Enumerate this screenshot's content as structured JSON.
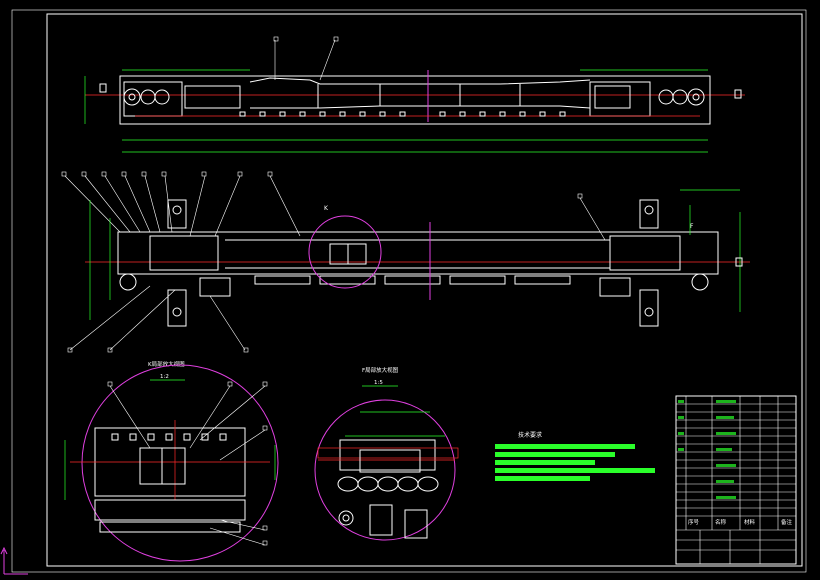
{
  "views": {
    "section_k_title": "K局部放大视图",
    "section_k_scale": "1:2",
    "section_f_title": "F局部放大视图",
    "section_f_scale": "1:5",
    "label_k": "K",
    "label_f": "F"
  },
  "tech_requirements": {
    "title": "技术要求"
  },
  "title_block": {
    "col1": "序号",
    "col2": "名称",
    "col3": "材料",
    "col4": "备注"
  },
  "colors": {
    "background": "#000000",
    "outline": "#ffffff",
    "centerline": "#ff2a2a",
    "dimension": "#2aff2a",
    "detail_circle": "#e040e0"
  }
}
